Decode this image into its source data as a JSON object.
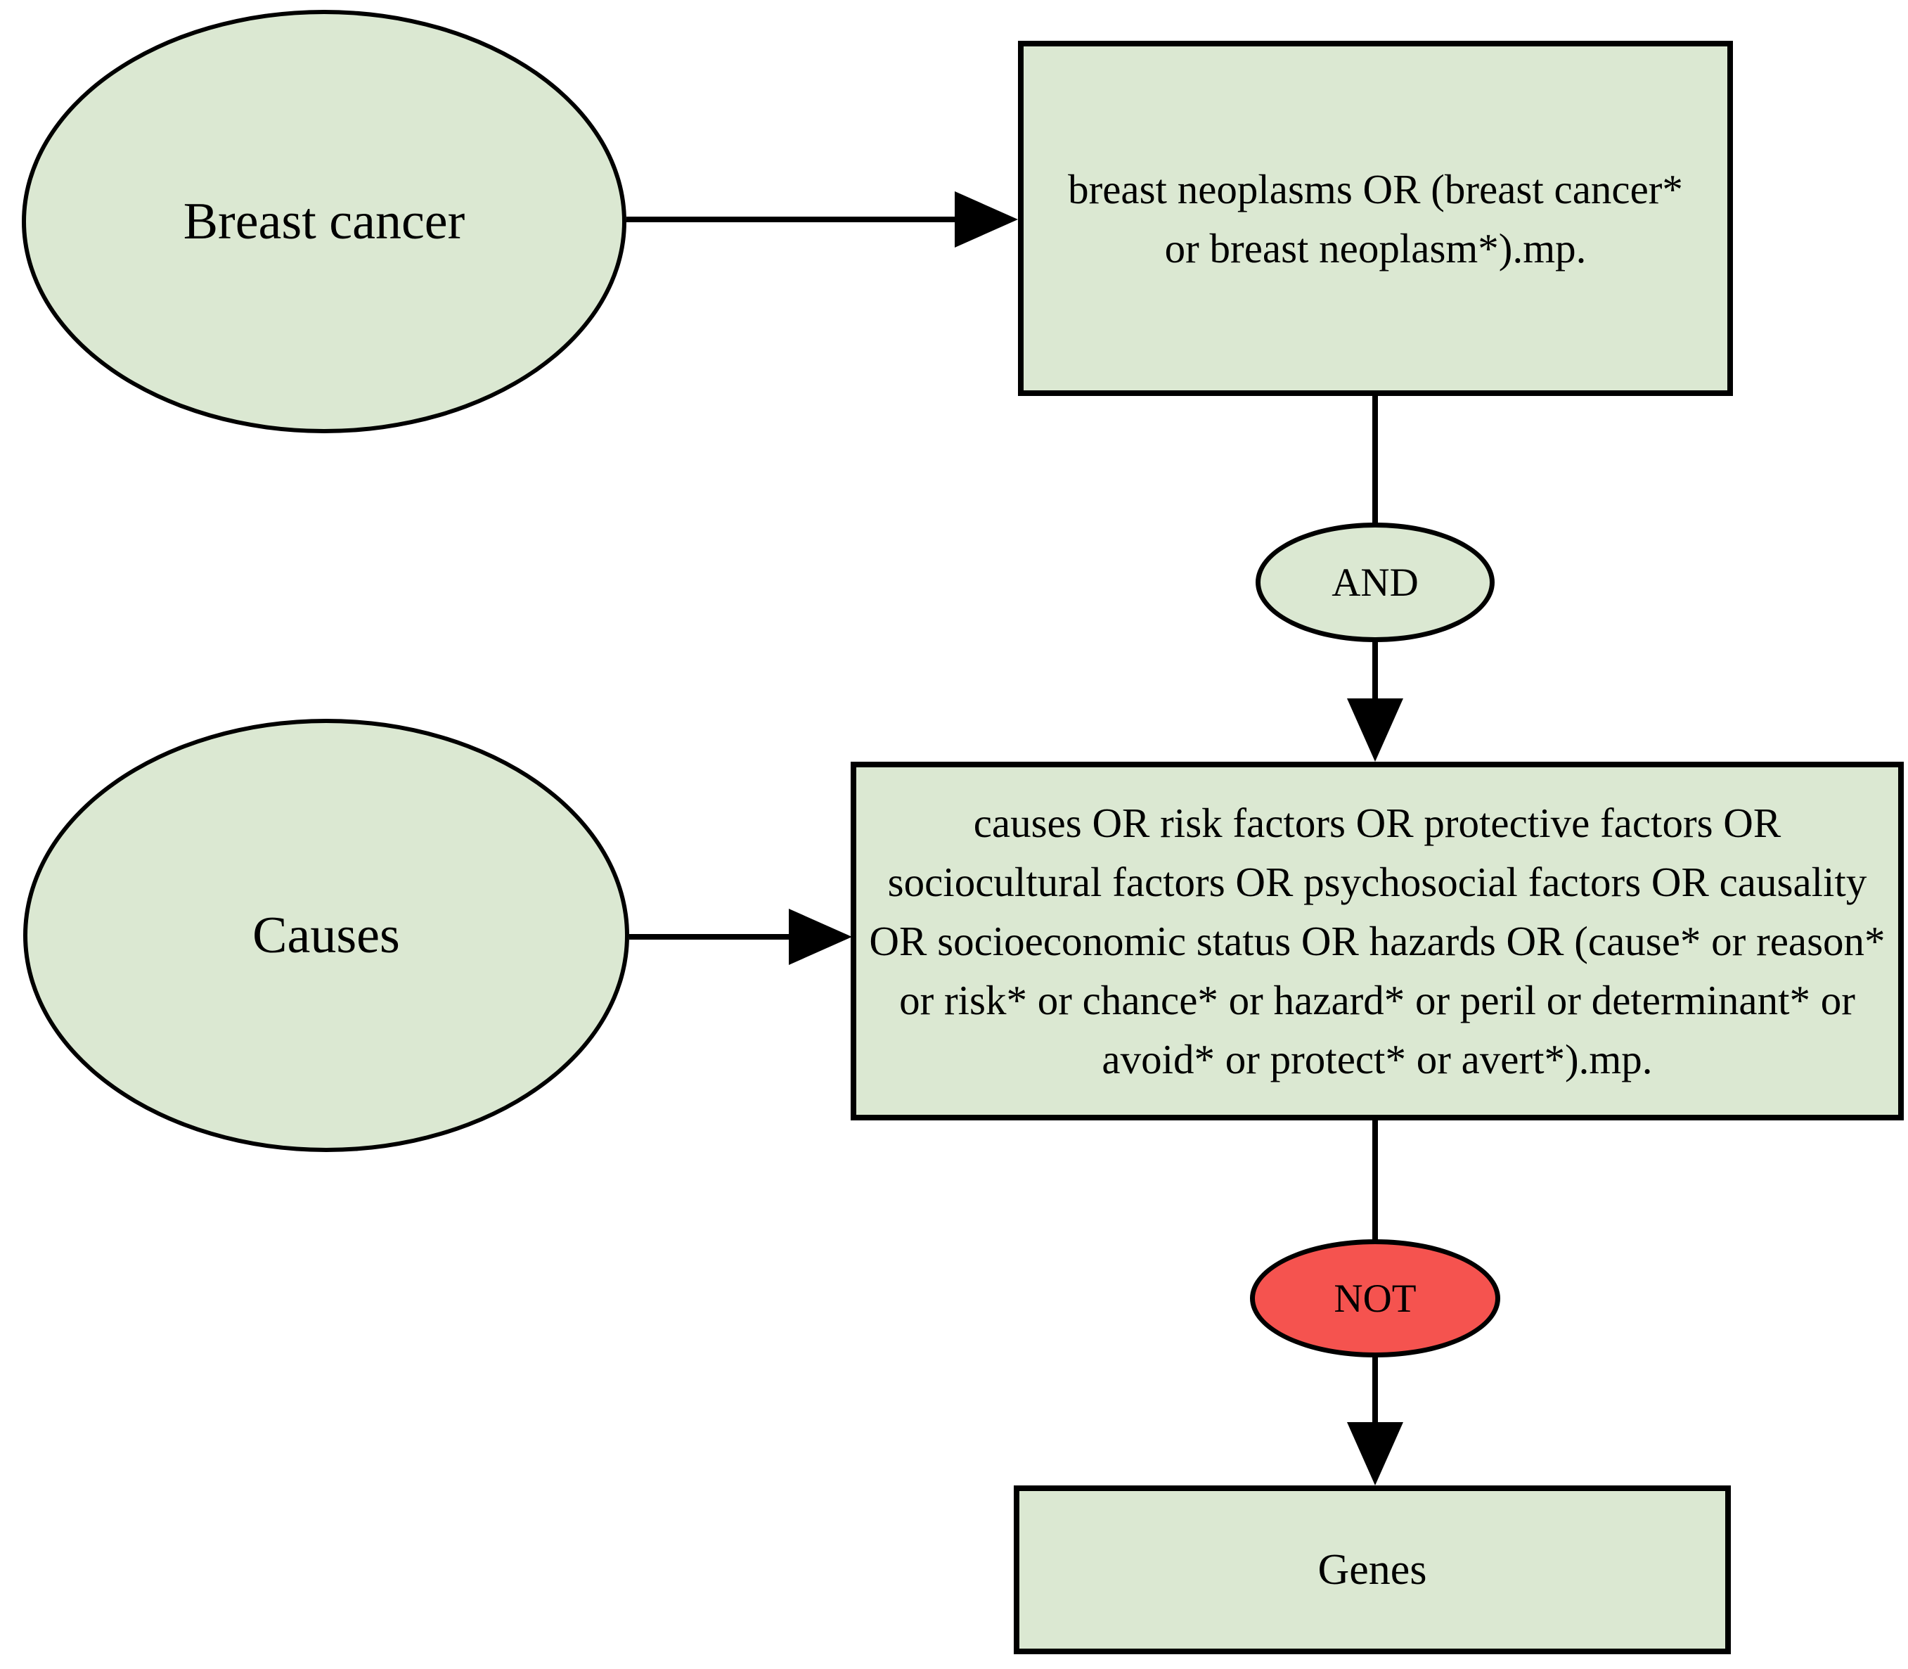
{
  "diagram": {
    "type": "flowchart",
    "description": "Literature search strategy combining breast cancer and causes terms, excluding genes",
    "colors": {
      "node_fill_green": "#dbe8d2",
      "node_fill_red": "#f5534f",
      "stroke": "#000000",
      "background": "#ffffff"
    },
    "nodes": {
      "breast_cancer": {
        "shape": "ellipse",
        "label": "Breast cancer"
      },
      "breast_query": {
        "shape": "rect",
        "label": "breast neoplasms OR (breast cancer* or breast neoplasm*).mp."
      },
      "and_operator": {
        "shape": "ellipse",
        "label": "AND"
      },
      "causes": {
        "shape": "ellipse",
        "label": "Causes"
      },
      "causes_query": {
        "shape": "rect",
        "label": "causes OR risk factors OR protective factors OR sociocultural factors OR psychosocial factors OR causality OR socioeconomic status OR hazards OR (cause* or reason* or risk* or chance* or hazard* or peril or determinant* or avoid* or protect* or avert*).mp."
      },
      "not_operator": {
        "shape": "ellipse",
        "label": "NOT"
      },
      "genes": {
        "shape": "rect",
        "label": "Genes"
      }
    },
    "edges": [
      {
        "from": "breast_cancer",
        "to": "breast_query",
        "style": "arrow"
      },
      {
        "from": "breast_query",
        "to": "and_operator",
        "style": "line"
      },
      {
        "from": "and_operator",
        "to": "causes_query",
        "style": "arrow"
      },
      {
        "from": "causes",
        "to": "causes_query",
        "style": "arrow"
      },
      {
        "from": "causes_query",
        "to": "not_operator",
        "style": "line"
      },
      {
        "from": "not_operator",
        "to": "genes",
        "style": "arrow"
      }
    ]
  }
}
